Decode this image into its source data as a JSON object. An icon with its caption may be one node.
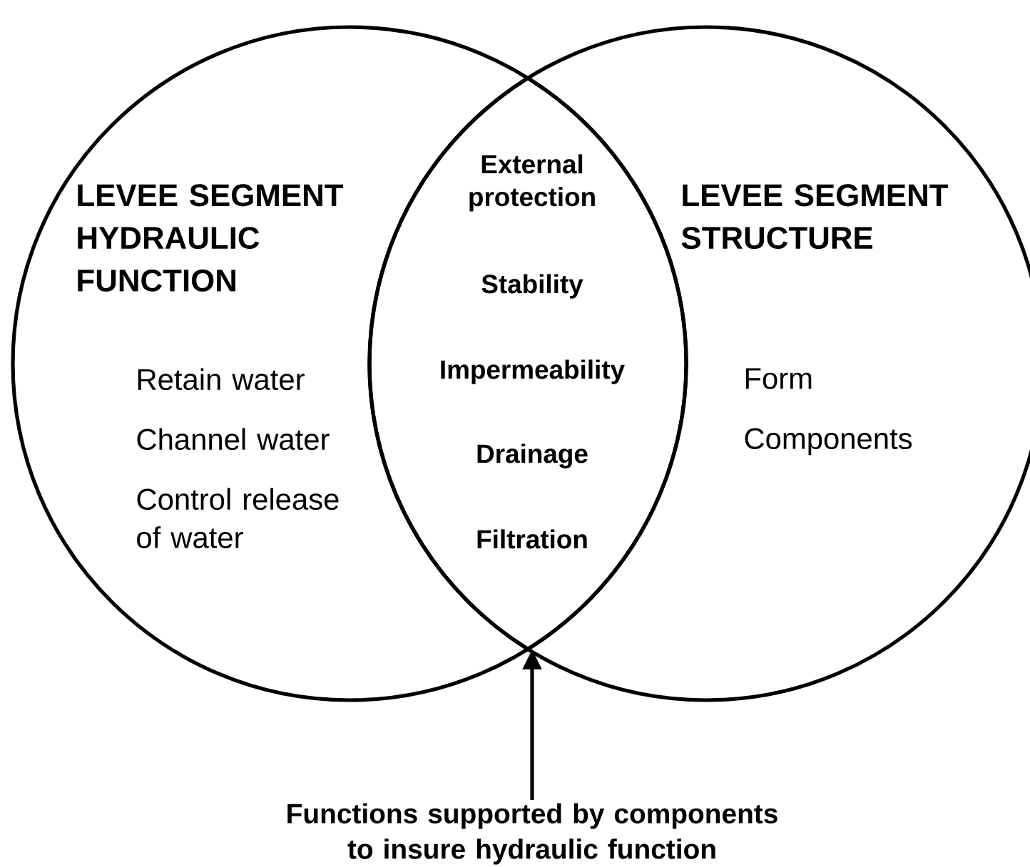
{
  "diagram": {
    "nodes": [
      {
        "text": [
          "LEVEE SEGMENT HYDRAULIC FUNCTION",
          "Retain water",
          "Channel water",
          "Control release of water"
        ]
      },
      {
        "text": [
          "LEVEE SEGMENT STRUCTURE",
          "Form",
          "Components"
        ]
      },
      {
        "text": [
          "External protection",
          "Stability",
          "Impermeability",
          "Drainage",
          "Filtration"
        ]
      },
      {
        "text": [
          "Functions supported by components to insure hydraulic function"
        ]
      }
    ],
    "edges": [
      {
        "from": 3,
        "to": 2,
        "arrow": "to"
      }
    ]
  }
}
